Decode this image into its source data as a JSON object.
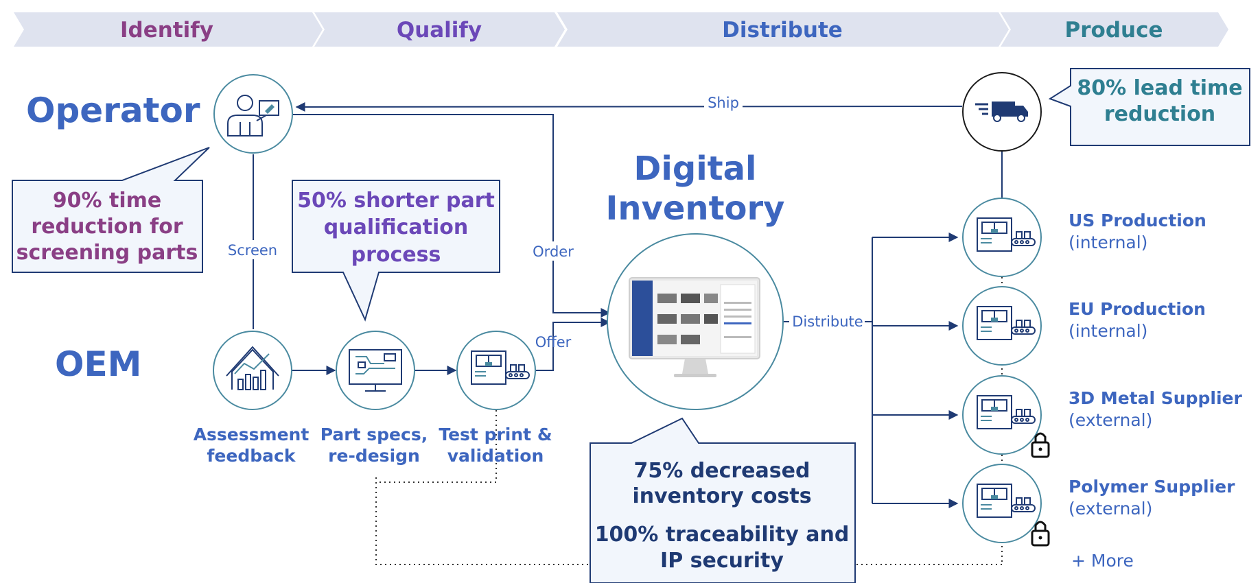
{
  "phases": [
    "Identify",
    "Qualify",
    "Distribute",
    "Produce"
  ],
  "colors": {
    "identify": "#8a3f85",
    "qualify": "#6b48b8",
    "distribute": "#3d66bf",
    "produce": "#2f7f91",
    "band": "#dfe3ef",
    "primary": "#3d66bf",
    "navy": "#1f3a73"
  },
  "roles": {
    "operator": "Operator",
    "oem": "OEM"
  },
  "inventory_title": [
    "Digital",
    "Inventory"
  ],
  "callouts": {
    "screening": [
      "90% time",
      "reduction for",
      "screening parts"
    ],
    "qualification": [
      "50% shorter part",
      "qualification",
      "process"
    ],
    "lead_time": [
      "80% lead time",
      "reduction"
    ],
    "inventory_costs": [
      "75% decreased",
      "inventory costs"
    ],
    "traceability": [
      "100% traceability and",
      "IP security"
    ]
  },
  "edges": {
    "ship": "Ship",
    "screen": "Screen",
    "order": "Order",
    "offer": "Offer",
    "distribute": "Distribute"
  },
  "steps": {
    "assessment": [
      "Assessment",
      "feedback"
    ],
    "part_specs": [
      "Part specs,",
      "re-design"
    ],
    "test_print": [
      "Test print &",
      "validation"
    ]
  },
  "sites": [
    {
      "name": "US Production",
      "type": "(internal)",
      "locked": false
    },
    {
      "name": "EU Production",
      "type": "(internal)",
      "locked": false
    },
    {
      "name": "3D Metal Supplier",
      "type": "(external)",
      "locked": true
    },
    {
      "name": "Polymer Supplier",
      "type": "(external)",
      "locked": true
    }
  ],
  "more_label": "+ More",
  "icons": {
    "operator": "operator-person-icon",
    "truck": "delivery-truck-icon",
    "assessment": "house-chart-icon",
    "part_specs": "circuit-monitor-icon",
    "production": "printer-conveyor-icon",
    "inventory": "desktop-monitor-icon",
    "lock": "padlock-icon"
  }
}
